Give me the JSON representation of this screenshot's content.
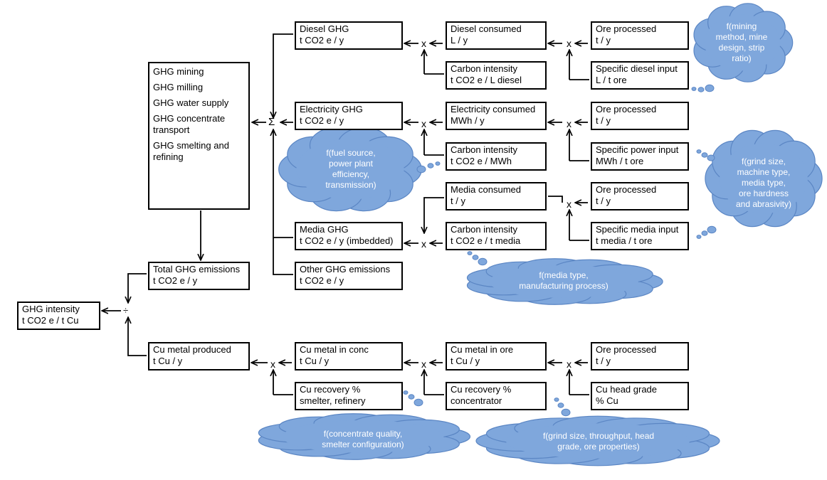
{
  "colors": {
    "cloud": "#7fa7dc",
    "cloud_stroke": "#5b86c4",
    "line": "#000000"
  },
  "boxes": {
    "diesel_ghg": [
      "Diesel GHG",
      "t CO2 e / y"
    ],
    "diesel_consumed": [
      "Diesel consumed",
      "L / y"
    ],
    "ore_processed_1": [
      "Ore processed",
      "t / y"
    ],
    "carbon_intensity_diesel": [
      "Carbon intensity",
      "t CO2 e / L diesel"
    ],
    "specific_diesel_input": [
      "Specific diesel input",
      "L / t ore"
    ],
    "electricity_ghg": [
      "Electricity GHG",
      "t CO2 e / y"
    ],
    "electricity_consumed": [
      "Electricity consumed",
      "MWh / y"
    ],
    "ore_processed_2": [
      "Ore processed",
      "t / y"
    ],
    "carbon_intensity_mwh": [
      "Carbon intensity",
      "t CO2 e / MWh"
    ],
    "specific_power_input": [
      "Specific power input",
      "MWh / t ore"
    ],
    "media_consumed": [
      "Media consumed",
      "t / y"
    ],
    "ore_processed_3": [
      "Ore processed",
      "t / y"
    ],
    "media_ghg": [
      "Media GHG",
      "t CO2 e / y (imbedded)"
    ],
    "carbon_intensity_media": [
      "Carbon intensity",
      "t CO2 e / t media"
    ],
    "specific_media_input": [
      "Specific media input",
      "t media / t ore"
    ],
    "other_ghg": [
      "Other GHG emissions",
      "t CO2 e / y"
    ],
    "total_ghg": [
      "Total GHG emissions",
      "t CO2 e / y"
    ],
    "ghg_intensity": [
      "GHG intensity",
      "t CO2 e / t Cu"
    ],
    "cu_metal_produced": [
      "Cu metal produced",
      "t Cu / y"
    ],
    "cu_metal_in_conc": [
      "Cu metal in conc",
      "t Cu / y"
    ],
    "cu_metal_in_ore": [
      "Cu metal in ore",
      "t Cu / y"
    ],
    "ore_processed_4": [
      "Ore processed",
      "t / y"
    ],
    "cu_recovery_smelter": [
      "Cu recovery %",
      "smelter, refinery"
    ],
    "cu_recovery_conc": [
      "Cu recovery %",
      "concentrator"
    ],
    "cu_head_grade": [
      "Cu head grade",
      "% Cu"
    ]
  },
  "ghg_list": [
    "GHG mining",
    "GHG milling",
    "GHG water supply",
    "GHG concentrate transport",
    "GHG smelting and refining"
  ],
  "operators": {
    "times": "x",
    "sum": "Σ",
    "divide": "÷"
  },
  "clouds": {
    "mining": [
      "f(mining",
      "method, mine",
      "design, strip",
      "ratio)"
    ],
    "fuel": [
      "f(fuel source,",
      "power plant",
      "efficiency,",
      "transmission)"
    ],
    "grind": [
      "f(grind size,",
      "machine type,",
      "media type,",
      "ore hardness",
      "and abrasivity)"
    ],
    "media": [
      "f(media type,",
      "manufacturing process)"
    ],
    "concentrate": [
      "f(concentrate quality,",
      "smelter configuration)"
    ],
    "throughput": [
      "f(grind size, throughput, head",
      "grade, ore properties)"
    ]
  }
}
